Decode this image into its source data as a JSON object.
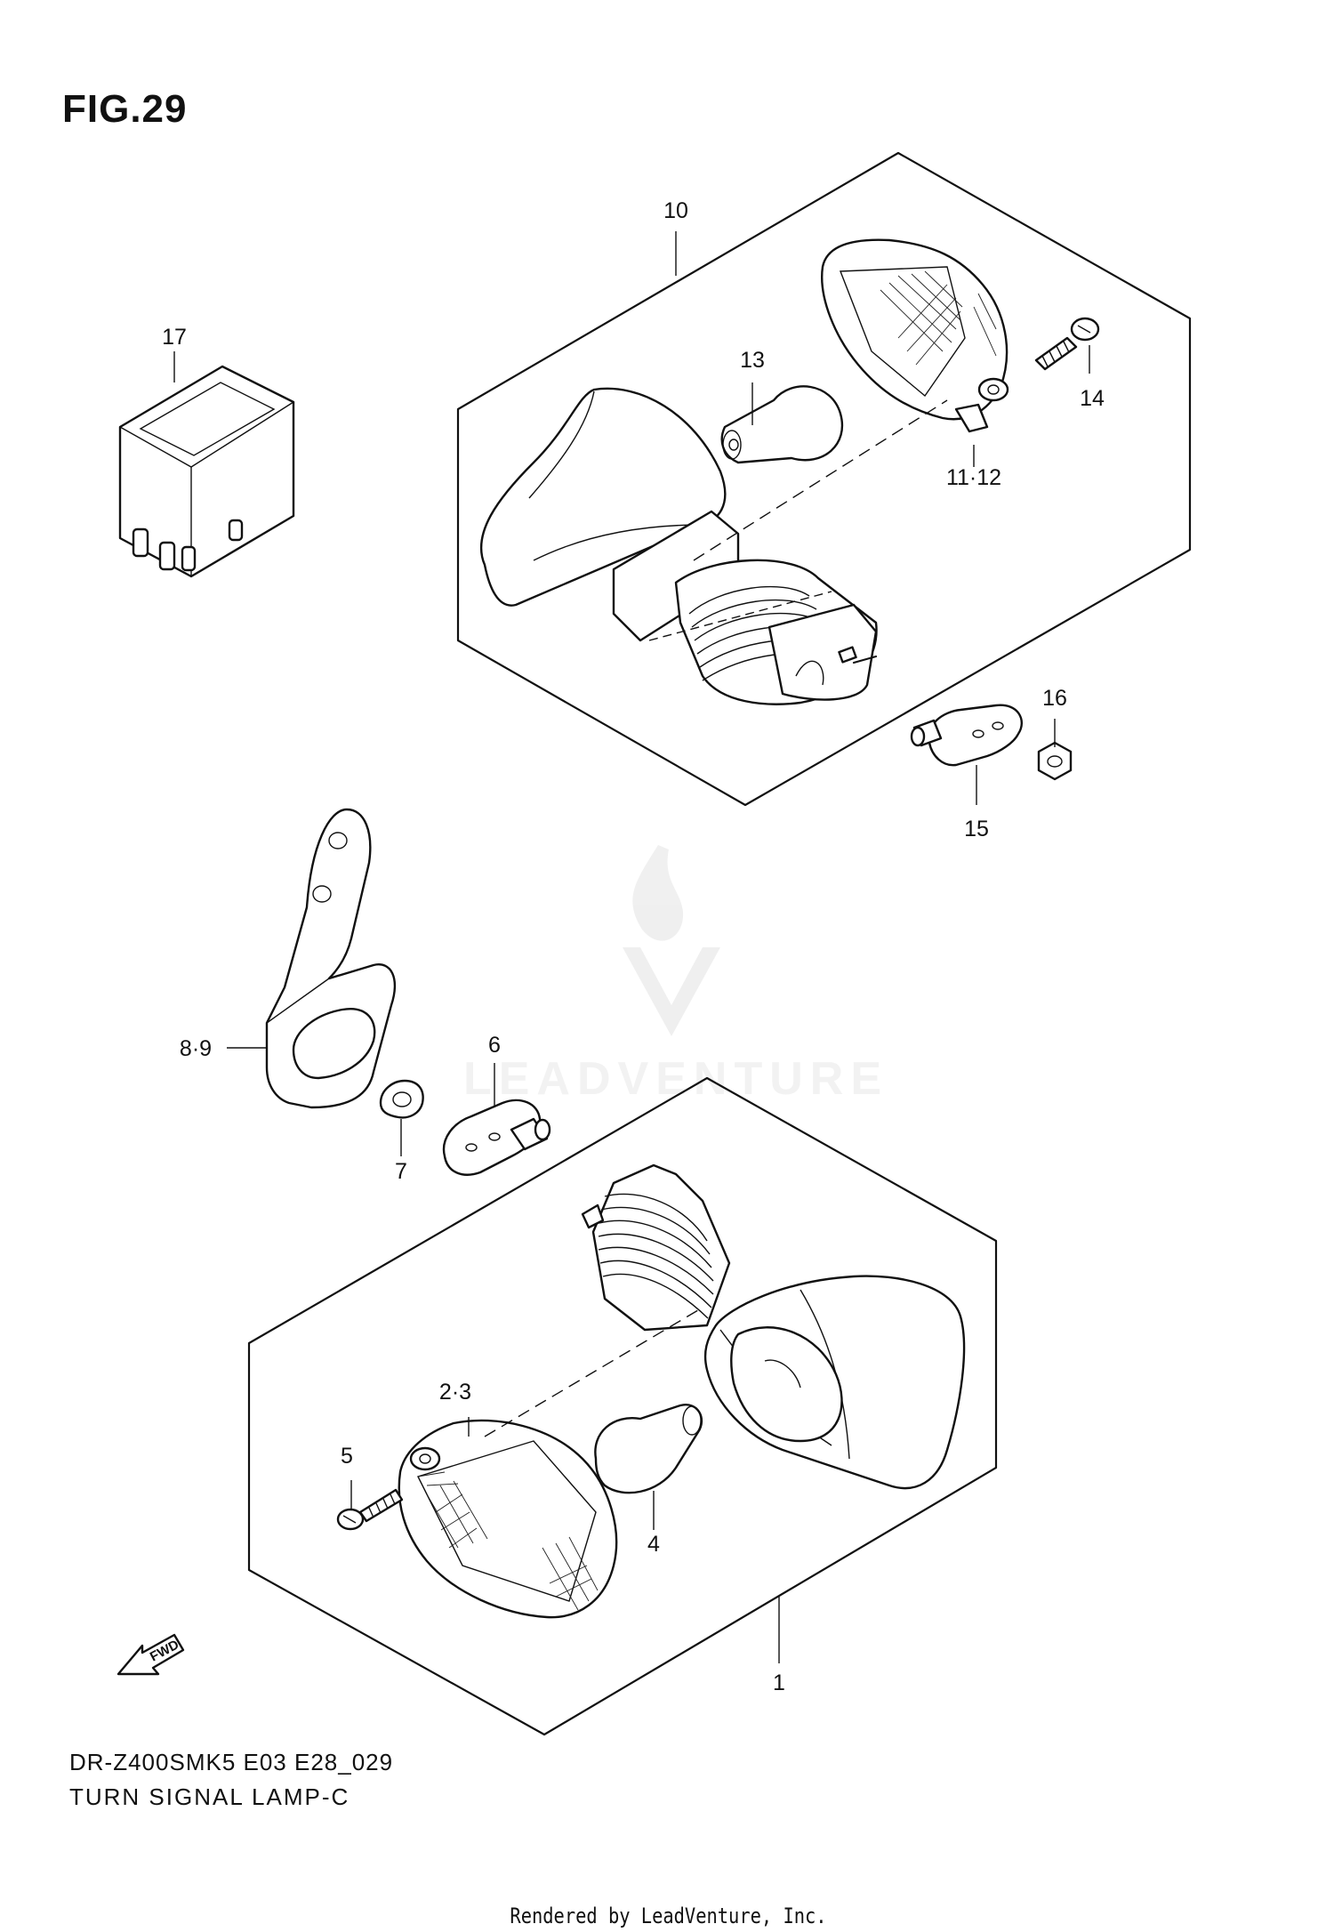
{
  "figure": {
    "title": "FIG.29",
    "model_code": "DR-Z400SMK5 E03 E28_029",
    "diagram_name": "TURN SIGNAL LAMP-C",
    "footer": "Rendered by LeadVenture, Inc.",
    "watermark": "LEADVENTURE",
    "fwd_label": "FWD"
  },
  "callouts": {
    "c1": "1",
    "c2_3": "2·3",
    "c4": "4",
    "c5": "5",
    "c6": "6",
    "c7": "7",
    "c8_9": "8·9",
    "c10": "10",
    "c11_12": "11·12",
    "c13": "13",
    "c14": "14",
    "c15": "15",
    "c16": "16",
    "c17": "17"
  },
  "colors": {
    "ink": "#111111",
    "watermark": "#e3e3e3",
    "background": "#ffffff"
  }
}
